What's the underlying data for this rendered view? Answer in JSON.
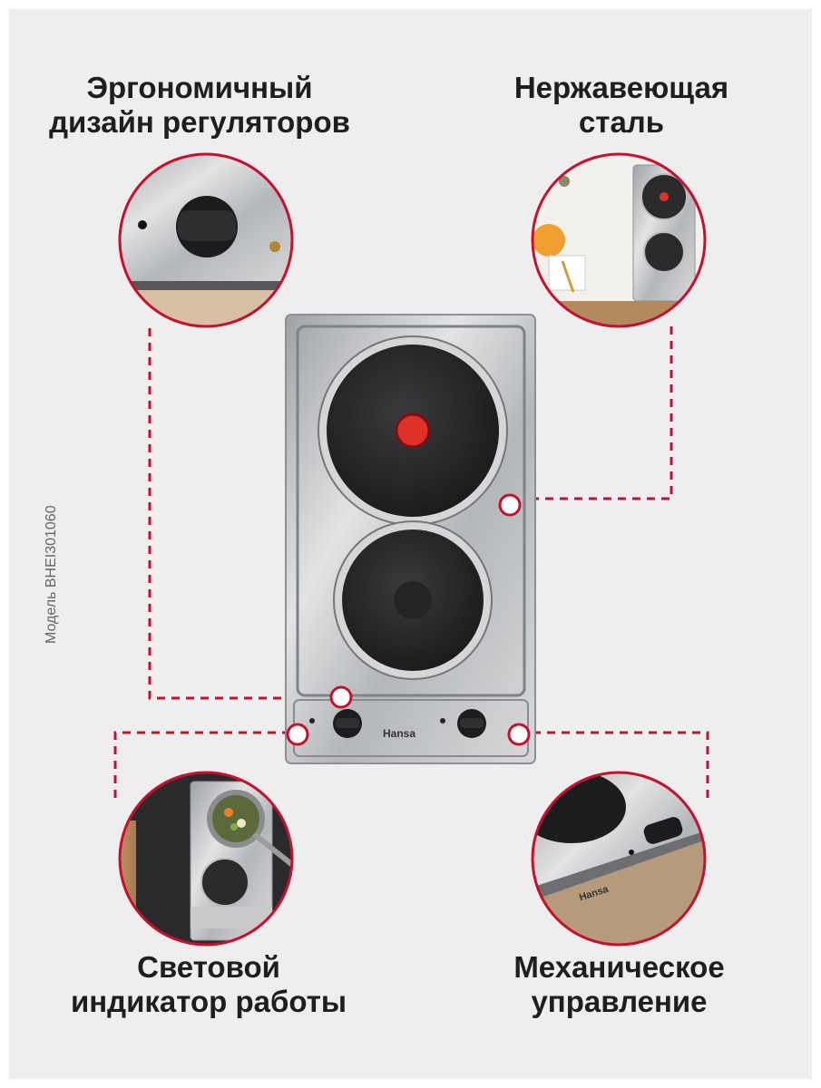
{
  "features": {
    "ergonomic_design": {
      "line1": "Эргономичный",
      "line2": "дизайн регуляторов"
    },
    "stainless_steel": {
      "line1": "Нержавеющая",
      "line2": "сталь"
    },
    "light_indicator": {
      "line1": "Световой",
      "line2": "индикатор работы"
    },
    "mechanical_control": {
      "line1": "Механическое",
      "line2": "управление"
    }
  },
  "model_label": "Модель BHEI301060",
  "brand": "Hansa",
  "colors": {
    "accent": "#c8102e",
    "background": "#eeeeee",
    "steel": "#c4c6c8",
    "burner": "#2a2a2c",
    "indicator": "#e0302a"
  },
  "icons": [
    "dot-marker-icon",
    "control-knob-icon",
    "burner-icon"
  ]
}
